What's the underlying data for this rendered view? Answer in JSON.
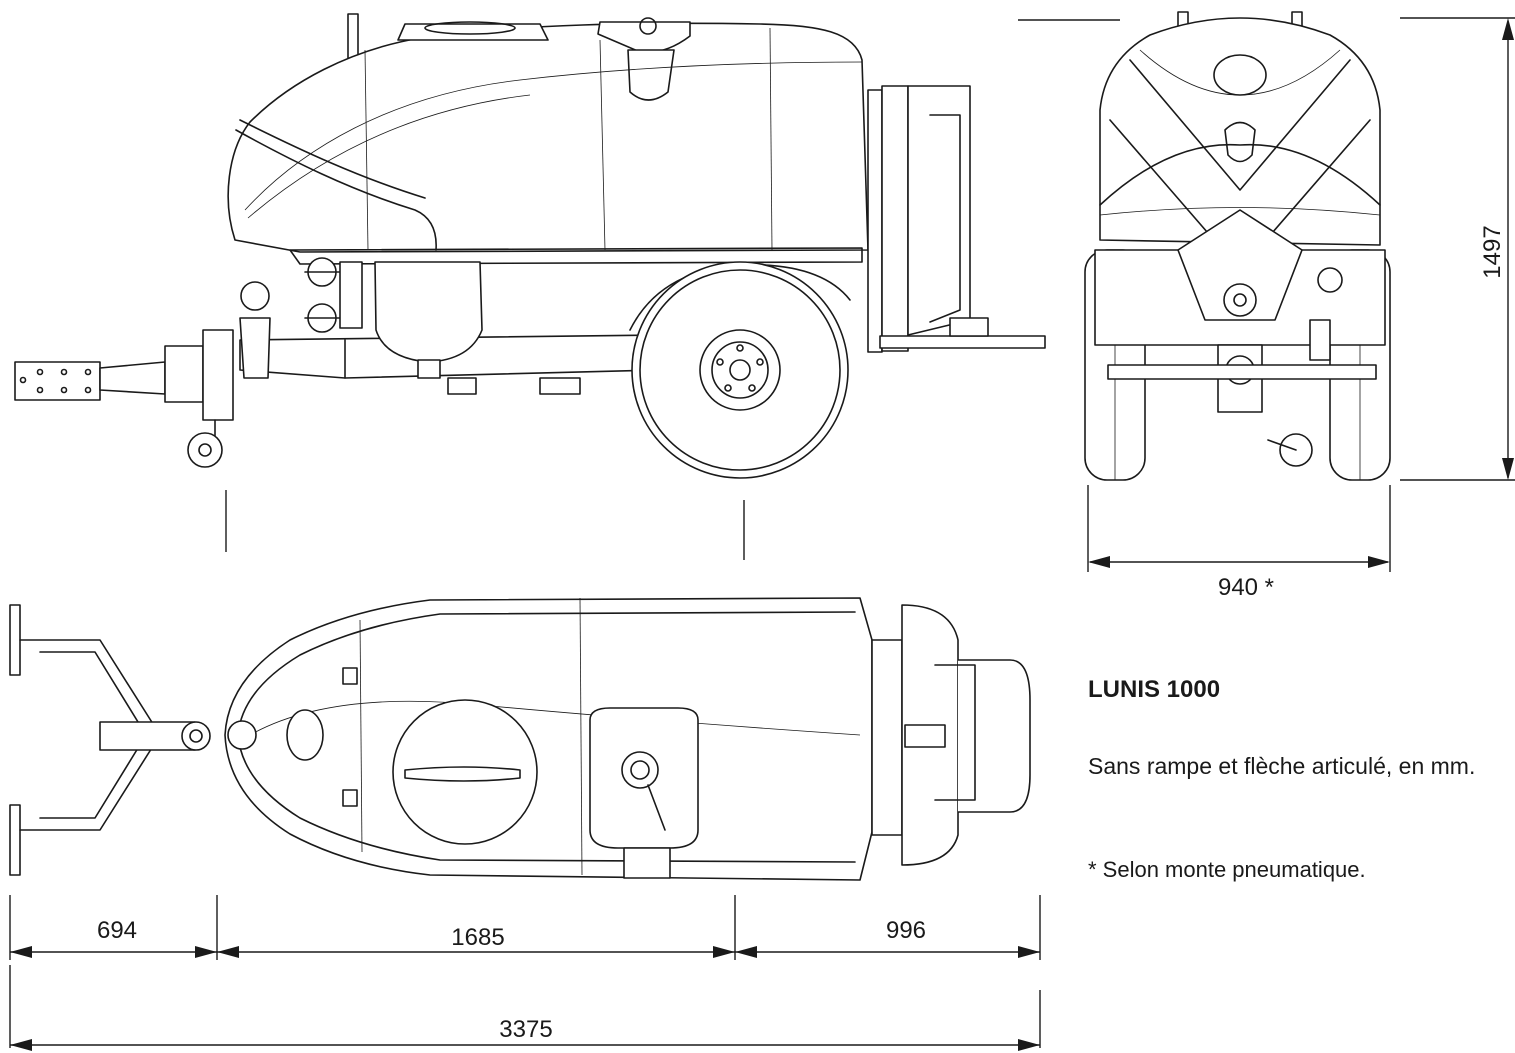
{
  "title": "LUNIS 1000",
  "description": "Sans rampe et flèche articulé, en mm.",
  "note": "* Selon monte pneumatique.",
  "dimensions": {
    "height": "1497",
    "width": "940 *",
    "drawbar": "694",
    "tank": "1685",
    "rear": "996",
    "total": "3375"
  }
}
